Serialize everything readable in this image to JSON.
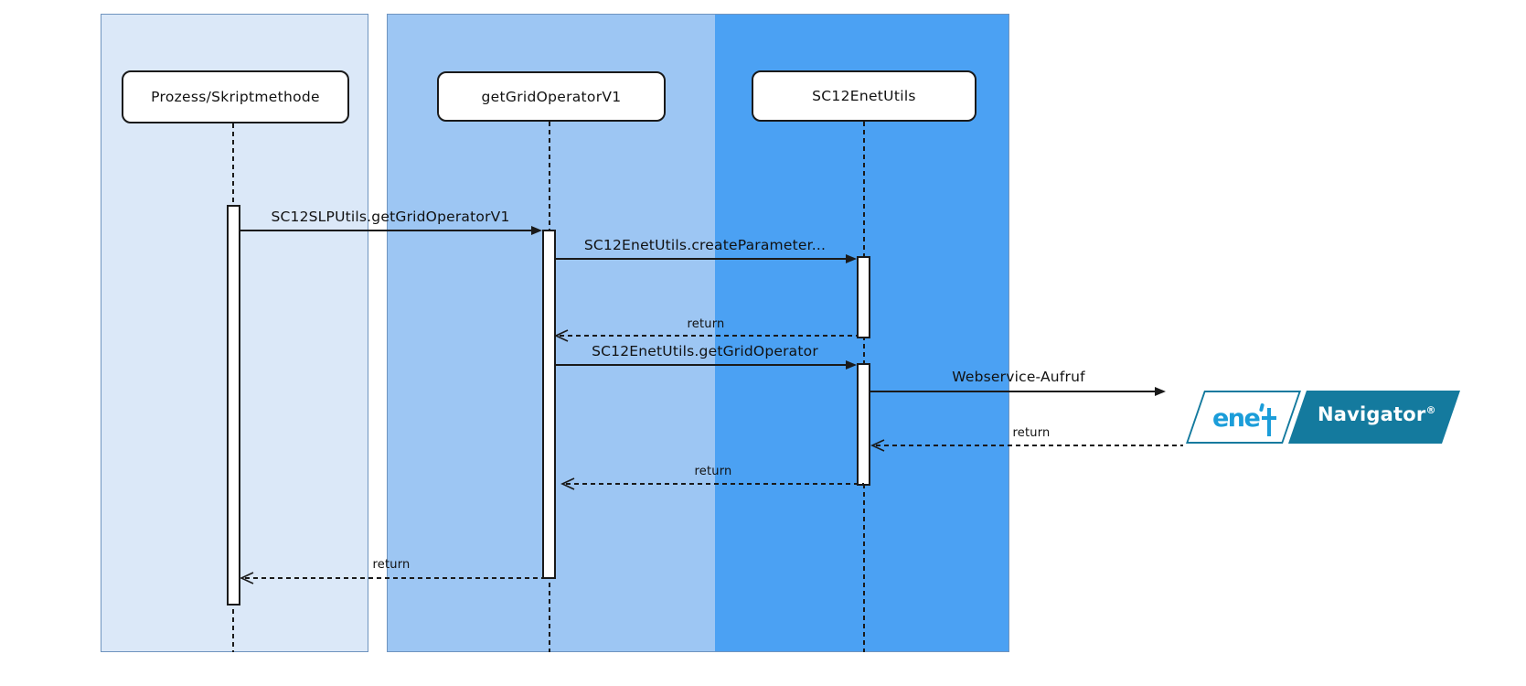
{
  "diagram": {
    "kind": "sequence-diagram",
    "participants": [
      {
        "label": "Prozess/Skriptmethode"
      },
      {
        "label": "getGridOperatorV1"
      },
      {
        "label": "SC12EnetUtils"
      }
    ],
    "messages": [
      {
        "label": "SC12SLPUtils.getGridOperatorV1",
        "type": "call",
        "from": "Prozess/Skriptmethode",
        "to": "getGridOperatorV1"
      },
      {
        "label": "SC12EnetUtils.createParameter...",
        "type": "call",
        "from": "getGridOperatorV1",
        "to": "SC12EnetUtils"
      },
      {
        "label": "return",
        "type": "return",
        "from": "SC12EnetUtils",
        "to": "getGridOperatorV1"
      },
      {
        "label": "SC12EnetUtils.getGridOperator",
        "type": "call",
        "from": "getGridOperatorV1",
        "to": "SC12EnetUtils"
      },
      {
        "label": "Webservice-Aufruf",
        "type": "call",
        "from": "SC12EnetUtils",
        "to": "enet Navigator"
      },
      {
        "label": "return",
        "type": "return",
        "from": "enet Navigator",
        "to": "SC12EnetUtils"
      },
      {
        "label": "return",
        "type": "return",
        "from": "SC12EnetUtils",
        "to": "getGridOperatorV1"
      },
      {
        "label": "return",
        "type": "return",
        "from": "getGridOperatorV1",
        "to": "Prozess/Skriptmethode"
      }
    ]
  },
  "logo": {
    "brand": "enet",
    "brand_letters": "ene",
    "product": "Navigator",
    "registered_mark": "®"
  },
  "colors": {
    "lane1_fill": "#dbe8f8",
    "lane2_fill": "#9dc6f3",
    "lane3_fill": "#4ba1f3",
    "lane_border": "#6f94bf",
    "line_color": "#1a1a1a",
    "enet_blue": "#1b9dd9",
    "navigator_teal": "#147a9e"
  }
}
